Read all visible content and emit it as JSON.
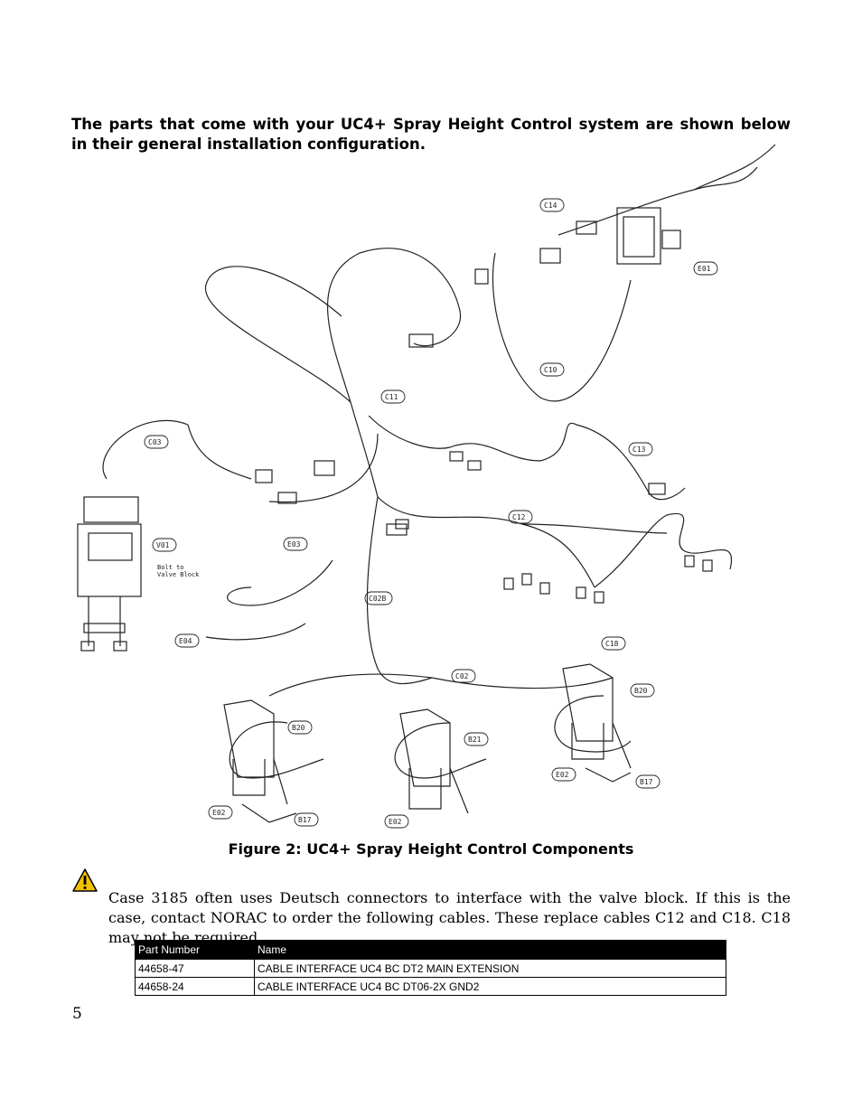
{
  "intro": "The parts that come with your UC4+ Spray Height Control system are shown below in their general installation configuration.",
  "figure": {
    "caption": "Figure 2: UC4+ Spray Height Control Components",
    "labels": [
      "C14",
      "E01",
      "C10",
      "C11",
      "C03",
      "C13",
      "C12",
      "V01",
      "E03",
      "C02B",
      "E04",
      "C18",
      "C02",
      "B20",
      "B20",
      "B21",
      "E02",
      "E02",
      "E02",
      "B17",
      "B17"
    ],
    "note": "Bolt to Valve Block"
  },
  "warning": {
    "icon": "warning-icon",
    "text": "Case 3185 often uses Deutsch connectors to interface with the valve block.  If this is the case, contact NORAC to order the following cables.  These replace cables C12 and C18.  C18 may not be required."
  },
  "table": {
    "headers": [
      "Part Number",
      "Name"
    ],
    "rows": [
      [
        "44658-47",
        "CABLE INTERFACE UC4 BC DT2 MAIN EXTENSION"
      ],
      [
        "44658-24",
        "CABLE INTERFACE UC4 BC DT06-2X GND2"
      ]
    ]
  },
  "page_number": "5"
}
